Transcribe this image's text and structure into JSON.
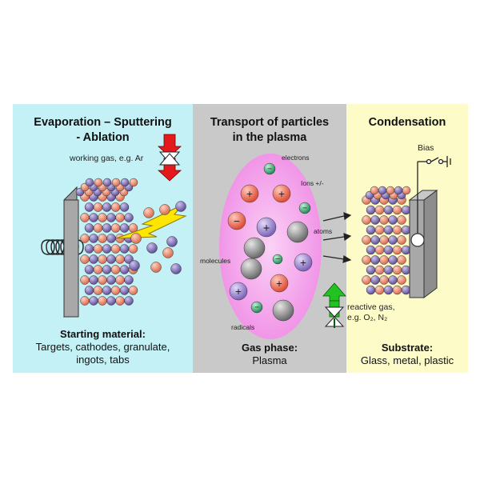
{
  "left": {
    "title_line1": "Evaporation – Sputtering",
    "title_line2": "- Ablation",
    "working_gas": "working gas, e.g. Ar",
    "caption_title": "Starting material:",
    "caption_line1": "Targets, cathodes, granulate,",
    "caption_line2": "ingots, tabs"
  },
  "middle": {
    "title_line1": "Transport of particles",
    "title_line2": "in the plasma",
    "electrons": "electrons",
    "ions": "Ions +/-",
    "atoms": "atoms",
    "molecules": "molecules",
    "radicals": "radicals",
    "caption_title": "Gas phase:",
    "caption_line1": "Plasma"
  },
  "right": {
    "title": "Condensation",
    "bias": "Bias",
    "reactive_gas": "reactive gas,",
    "reactive_gas_example": "e.g. O₂, N₂",
    "caption_title": "Substrate:",
    "caption_line1": "Glass, metal, plastic"
  },
  "symbols": {
    "plus": "+",
    "minus": "−"
  },
  "colors": {
    "left_bg": "#c4f1f6",
    "middle_bg": "#c9c9c9",
    "right_bg": "#fdfcc8",
    "plasma": "#f7a3ee",
    "atom_orange": "#e8866a",
    "atom_purple": "#7d6fb0",
    "ion_green": "#3fae79",
    "ion_red": "#f26c55",
    "ion_purple": "#8b76c2",
    "neutral_gray": "#8f8f8f",
    "gas_red_arrow": "#e4191b",
    "gas_green_arrow": "#22c222",
    "lightning": "#ffe600"
  }
}
